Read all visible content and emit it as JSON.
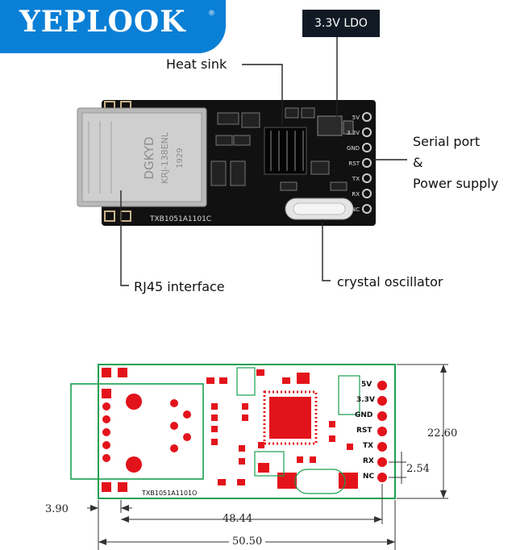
{
  "brand": {
    "name": "YEPLOOK",
    "reg_mark": "®"
  },
  "callouts": {
    "ldo": "3.3V LDO",
    "heat_sink": "Heat sink",
    "serial_port": "Serial port",
    "ampersand": "&",
    "power_supply": "Power supply",
    "rj45": "RJ45 interface",
    "crystal": "crystal oscillator"
  },
  "board_photo": {
    "jack_text": [
      "DGKYD",
      "KRJ-138ENL",
      "1929"
    ],
    "pcb_label": "TXB1051A1101C",
    "pin_labels": [
      "5V",
      "3.3V",
      "GND",
      "RST",
      "TX",
      "RX",
      "NC"
    ]
  },
  "board_drawing": {
    "pcb_label": "TXB1051A1101O",
    "pin_labels": [
      "5V",
      "3.3V",
      "GND",
      "RST",
      "TX",
      "RX",
      "NC"
    ]
  },
  "dimensions": {
    "height": "22.60",
    "pin_pitch": "2.54",
    "offset": "3.90",
    "inner_length": "48.44",
    "total_length": "50.50"
  },
  "colors": {
    "brand_blue": "#0a7fd6",
    "pcb_red": "#e3131b",
    "outline_green": "#18a050",
    "board_black": "#111111"
  }
}
